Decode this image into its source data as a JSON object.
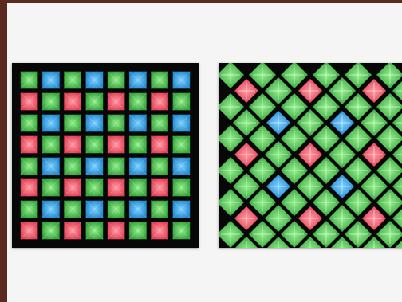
{
  "colors": {
    "frame": "#5a2a20",
    "background": "#f5f5f5",
    "panel": "#070707",
    "green": "#2e9e35",
    "green_light": "#93ef8c",
    "red": "#e0394f",
    "red_light": "#ff9aa3",
    "blue": "#1a86cc",
    "blue_light": "#7fd0ff"
  },
  "diagram": {
    "left_panel": {
      "layout": "square-grid",
      "columns": 8,
      "rows": 8,
      "rows_pattern": [
        [
          "green",
          "blue",
          "green",
          "blue",
          "green",
          "blue",
          "green",
          "blue"
        ],
        [
          "red",
          "green",
          "red",
          "green",
          "red",
          "green",
          "red",
          "green"
        ],
        [
          "green",
          "blue",
          "green",
          "blue",
          "green",
          "blue",
          "green",
          "blue"
        ],
        [
          "red",
          "green",
          "red",
          "green",
          "red",
          "green",
          "red",
          "green"
        ],
        [
          "green",
          "blue",
          "green",
          "blue",
          "green",
          "blue",
          "green",
          "blue"
        ],
        [
          "red",
          "green",
          "red",
          "green",
          "red",
          "green",
          "red",
          "green"
        ],
        [
          "green",
          "blue",
          "green",
          "blue",
          "green",
          "blue",
          "green",
          "blue"
        ],
        [
          "red",
          "green",
          "red",
          "green",
          "red",
          "green",
          "red",
          "green"
        ]
      ]
    },
    "right_panel": {
      "layout": "diamond-grid",
      "accents": [
        {
          "row": 1,
          "col": 1,
          "color": "red"
        },
        {
          "row": 1,
          "col": 5,
          "color": "red"
        },
        {
          "row": 1,
          "col": 9,
          "color": "red"
        },
        {
          "row": 3,
          "col": 3,
          "color": "blue"
        },
        {
          "row": 3,
          "col": 7,
          "color": "blue"
        },
        {
          "row": 5,
          "col": 1,
          "color": "red"
        },
        {
          "row": 5,
          "col": 5,
          "color": "red"
        },
        {
          "row": 5,
          "col": 9,
          "color": "red"
        },
        {
          "row": 7,
          "col": 3,
          "color": "blue"
        },
        {
          "row": 7,
          "col": 7,
          "color": "blue"
        },
        {
          "row": 9,
          "col": 1,
          "color": "red"
        },
        {
          "row": 9,
          "col": 5,
          "color": "red"
        },
        {
          "row": 9,
          "col": 9,
          "color": "red"
        }
      ]
    }
  }
}
